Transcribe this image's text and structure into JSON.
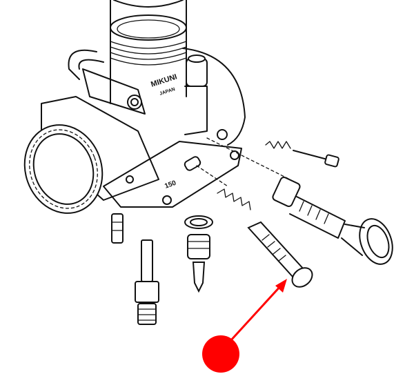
{
  "diagram": {
    "body_text": "MIKUNI",
    "body_subtext": "JAPAN",
    "base_marking": "150",
    "annotation": {
      "arrow_color": "#ff0000",
      "marker_color": "#ff0000"
    }
  }
}
